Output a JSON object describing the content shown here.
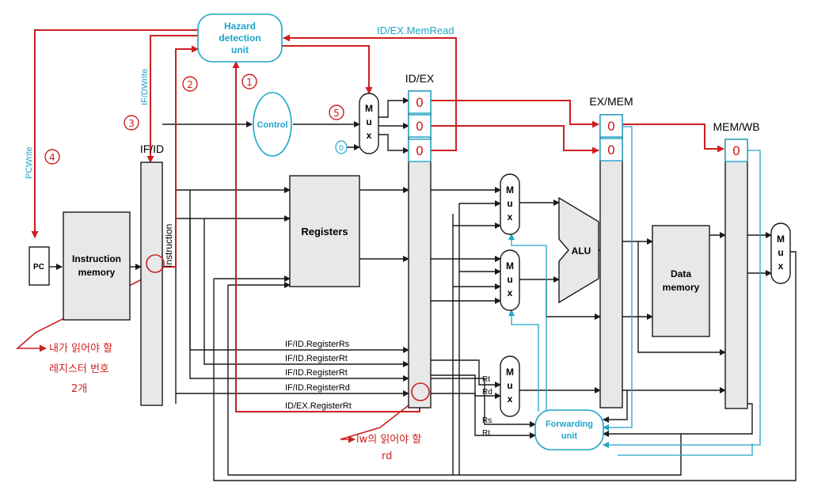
{
  "colors": {
    "black": "#1a1a1a",
    "red": "#cc1f1f",
    "cyan": "#20a4c9",
    "box_fill": "#e8e8e8",
    "white": "#ffffff"
  },
  "labels": {
    "hazard_unit_l1": "Hazard",
    "hazard_unit_l2": "detection",
    "hazard_unit_l3": "unit",
    "idex_memread": "ID/EX.MemRead",
    "if_dwrite": "IF/DWrite",
    "pcwrite": "PCWrite",
    "if_id": "IF/ID",
    "id_ex": "ID/EX",
    "ex_mem": "EX/MEM",
    "mem_wb": "MEM/WB",
    "control": "Control",
    "mux_m": "M",
    "mux_u": "u",
    "mux_x": "x",
    "zero": "0",
    "pc": "PC",
    "instr_mem_l1": "Instruction",
    "instr_mem_l2": "memory",
    "instruction_vertical": "Instruction",
    "registers": "Registers",
    "alu": "ALU",
    "data_mem_l1": "Data",
    "data_mem_l2": "memory",
    "forwarding_l1": "Forwarding",
    "forwarding_l2": "unit",
    "ifid_rs": "IF/ID.RegisterRs",
    "ifid_rt1": "IF/ID.RegisterRt",
    "ifid_rt2": "IF/ID.RegisterRt",
    "ifid_rd": "IF/ID.RegisterRd",
    "idex_rt": "ID/EX.RegisterRt",
    "rt": "Rt",
    "rd": "Rd",
    "rs": "Rs",
    "rt2": "Rt"
  },
  "annotations": {
    "n1": "1",
    "n2": "2",
    "n3": "3",
    "n4": "4",
    "n5": "5",
    "note_left_l1": "내가 읽어야 할",
    "note_left_l2": "레지스터 번호",
    "note_left_l3": "2개",
    "note_bottom_l1": "lw의 읽어야 할",
    "note_bottom_l2": "rd"
  }
}
